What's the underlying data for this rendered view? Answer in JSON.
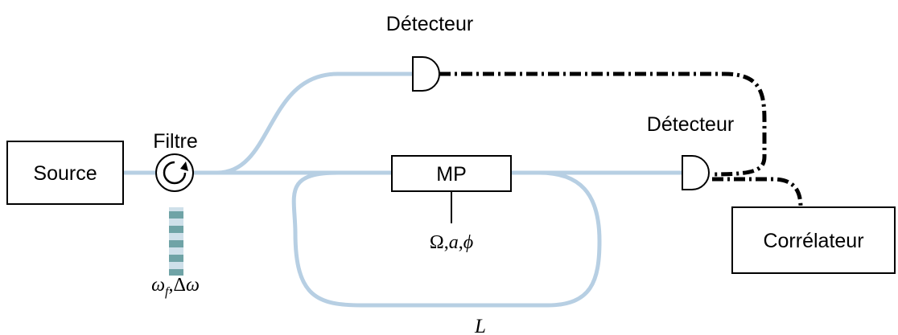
{
  "labels": {
    "source": "Source",
    "filter": "Filtre",
    "modulator": "MP",
    "detector_top": "Détecteur",
    "detector_right": "Détecteur",
    "correlator": "Corrélateur",
    "filter_params": "ωf,Δω",
    "modulator_params": "Ω,a,ϕ",
    "loop_length": "L"
  },
  "colors": {
    "fiber": "#b7cfe3",
    "ink": "#000000",
    "filter_stripe_a": "#6fa3a6",
    "filter_stripe_b": "#cfe0ea"
  }
}
